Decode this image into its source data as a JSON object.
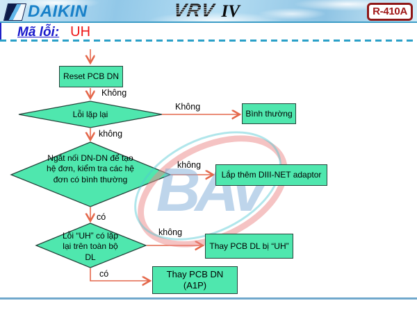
{
  "header": {
    "brand": "DAIKIN",
    "product": "VRV",
    "product_version": "IV",
    "refrigerant": "R-410A"
  },
  "title": {
    "label": "Mã lỗi:",
    "code": "UH"
  },
  "watermark": {
    "text": "BAV"
  },
  "colors": {
    "node_fill": "#4fe7ae",
    "arrow": "#e4674a",
    "brand_blue": "#1880c8",
    "badge_red": "#9a1818",
    "title_blue": "#1818cc",
    "code_red": "#ee1414",
    "dashed_line": "#2aa0c8",
    "bottom_line": "#70a8cc"
  },
  "flowchart": {
    "nodes": {
      "reset": {
        "text": "Reset PCB DN"
      },
      "repeat": {
        "text": "Lỗi lặp lại"
      },
      "normal": {
        "text": "Bình thường"
      },
      "single": {
        "text": "Ngắt nối DN-DN để tạo hệ đơn, kiểm tra các hệ đơn có bình thường"
      },
      "adaptor": {
        "text": "Lắp thêm DIII-NET adaptor"
      },
      "uh_repeat": {
        "text": "Lỗi “UH” có lặp lại trên toàn bộ DL"
      },
      "replace_dl": {
        "text": "Thay PCB DL bị “UH”"
      },
      "replace_dn": {
        "text": "Thay PCB DN (A1P)"
      }
    },
    "labels": {
      "after_reset": "Không",
      "repeat_no": "Không",
      "repeat_down": "không",
      "single_no": "không",
      "single_yes": "có",
      "uh_no": "không",
      "uh_yes": "có"
    }
  }
}
